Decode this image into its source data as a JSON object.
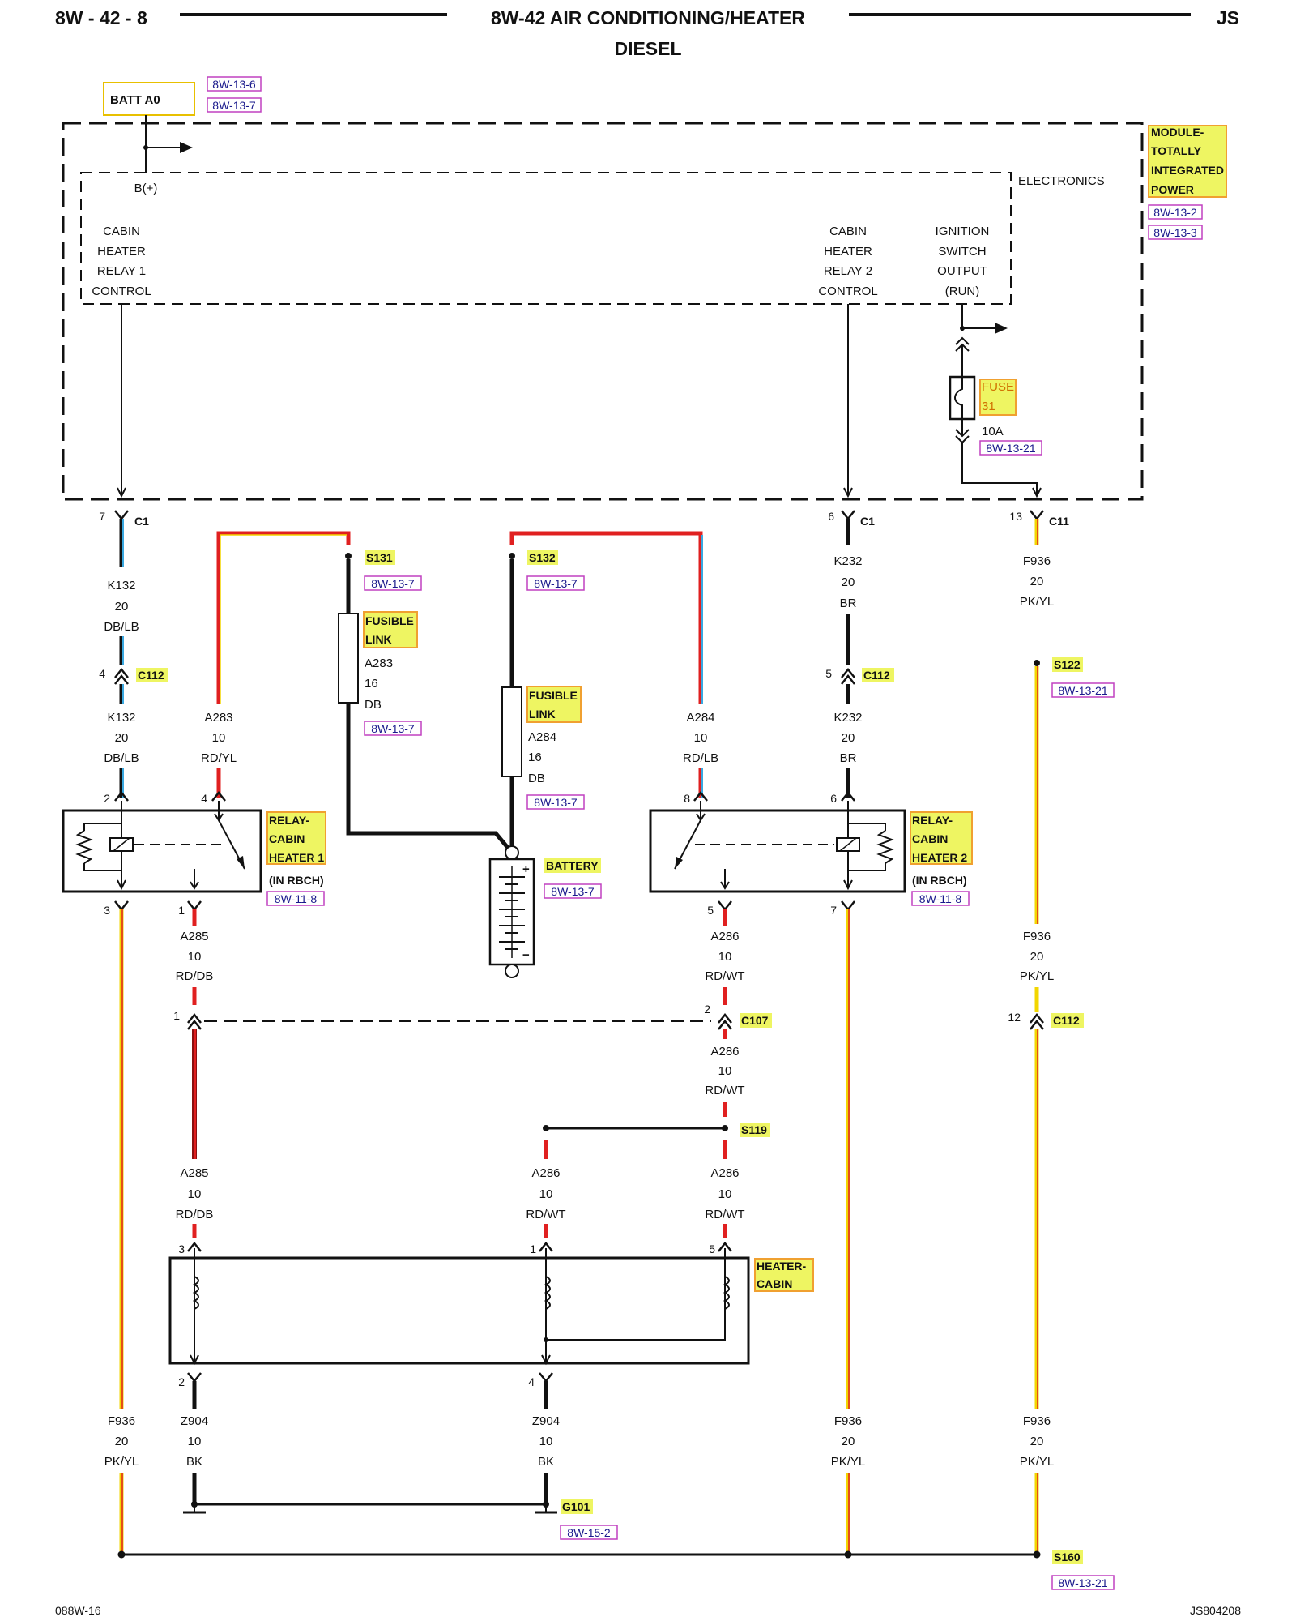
{
  "header": {
    "page_code": "8W - 42 - 8",
    "title": "8W-42 AIR CONDITIONING/HEATER",
    "subtitle": "DIESEL",
    "model": "JS"
  },
  "footer": {
    "left": "088W-16",
    "right": "JS804208"
  },
  "colors": {
    "highlight": "#eef562",
    "highlight_border": "#f0a030",
    "ref_border": "#c040c0",
    "ref_text": "#1a1a8c",
    "wire_red": "#e02020",
    "wire_yellow": "#f2d600",
    "wire_blue": "#3aa8e0"
  },
  "batt": {
    "label": "BATT A0",
    "refs": [
      "8W-13-6",
      "8W-13-7"
    ]
  },
  "module": {
    "name": [
      "MODULE-",
      "TOTALLY",
      "INTEGRATED",
      "POWER"
    ],
    "refs": [
      "8W-13-2",
      "8W-13-3"
    ],
    "inner_label": "ELECTRONICS",
    "bplus": "B(+)"
  },
  "module_labels": {
    "relay1_control": [
      "CABIN",
      "HEATER",
      "RELAY 1",
      "CONTROL"
    ],
    "relay2_control": [
      "CABIN",
      "HEATER",
      "RELAY 2",
      "CONTROL"
    ],
    "ignition": [
      "IGNITION",
      "SWITCH",
      "OUTPUT",
      "(RUN)"
    ]
  },
  "fuse": {
    "name": "FUSE",
    "number": "31",
    "rating": "10A",
    "ref": "8W-13-21"
  },
  "connectors": {
    "c1": "C1",
    "c11": "C11",
    "c112": "C112",
    "c107": "C107",
    "pins": {
      "p7": "7",
      "p6": "6",
      "p13": "13",
      "p4": "4",
      "p5": "5",
      "p2": "2",
      "p8": "8",
      "p3": "3",
      "p1": "1",
      "p12": "12"
    }
  },
  "splices": {
    "s131": {
      "name": "S131",
      "ref": "8W-13-7"
    },
    "s132": {
      "name": "S132",
      "ref": "8W-13-7"
    },
    "s122": {
      "name": "S122",
      "ref": "8W-13-21"
    },
    "s119": {
      "name": "S119"
    },
    "s160": {
      "name": "S160",
      "ref": "8W-13-21"
    },
    "g101": {
      "name": "G101",
      "ref": "8W-15-2"
    }
  },
  "wires": {
    "k132": [
      "K132",
      "20",
      "DB/LB"
    ],
    "k232": [
      "K232",
      "20",
      "BR"
    ],
    "f936": [
      "F936",
      "20",
      "PK/YL"
    ],
    "a283": [
      "A283",
      "10",
      "RD/YL"
    ],
    "a283_link": [
      "A283",
      "16",
      "DB"
    ],
    "a284": [
      "A284",
      "10",
      "RD/LB"
    ],
    "a284_link": [
      "A284",
      "16",
      "DB"
    ],
    "a285": [
      "A285",
      "10",
      "RD/DB"
    ],
    "a286": [
      "A286",
      "10",
      "RD/WT"
    ],
    "z904": [
      "Z904",
      "10",
      "BK"
    ]
  },
  "fusible_link": {
    "name": [
      "FUSIBLE",
      "LINK"
    ],
    "ref": "8W-13-7"
  },
  "relay1": {
    "name": [
      "RELAY-",
      "CABIN",
      "HEATER 1"
    ],
    "location": "(IN RBCH)",
    "ref": "8W-11-8"
  },
  "relay2": {
    "name": [
      "RELAY-",
      "CABIN",
      "HEATER 2"
    ],
    "location": "(IN RBCH)",
    "ref": "8W-11-8"
  },
  "battery": {
    "name": "BATTERY",
    "ref": "8W-13-7",
    "plus": "+",
    "minus": "−"
  },
  "heater": {
    "name": [
      "HEATER-",
      "CABIN"
    ]
  }
}
